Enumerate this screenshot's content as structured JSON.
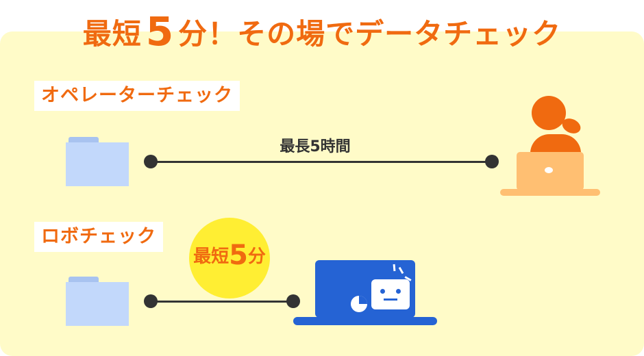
{
  "title": {
    "prefix": "最短",
    "number": "5",
    "suffix": "分！その場でデータチェック"
  },
  "operator_check": {
    "label": "オペレーターチェック",
    "duration": "最長5時間"
  },
  "robot_check": {
    "label": "ロボチェック",
    "badge_prefix": "最短",
    "badge_number": "5",
    "badge_suffix": "分"
  },
  "colors": {
    "accent_orange": "#f06a10",
    "panel_yellow": "#fffbc8",
    "badge_yellow": "#ffee33",
    "robot_blue": "#2563d4",
    "laptop_orange": "#ffbf72",
    "folder_blue": "#c2d8fb"
  },
  "icons": [
    "folder-icon",
    "operator-icon",
    "robot-laptop-icon"
  ]
}
